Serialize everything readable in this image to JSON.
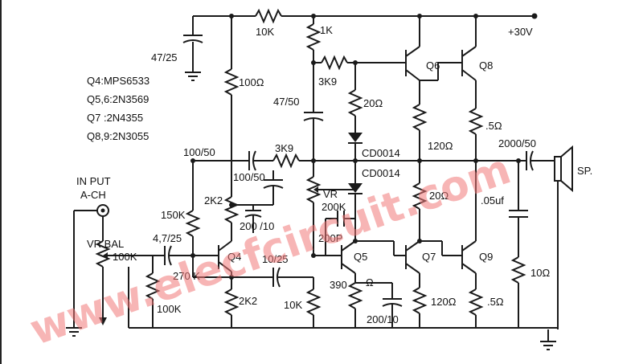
{
  "watermark": "www.elecfcircuit.com",
  "parts_list": {
    "q4": "Q4:MPS6533",
    "q56": "Q5,6:2N3569",
    "q7": "Q7  :2N4355",
    "q89": "Q8,9:2N3055"
  },
  "labels": {
    "supply": "+30V",
    "r10k_top": "10K",
    "r1k": "1K",
    "c47_25": "47/25",
    "r100_top": "100Ω",
    "r3k9_top": "3K9",
    "c47_50": "47/50",
    "r20_top": "20Ω",
    "q6": "Q6",
    "q8": "Q8",
    "r120_top": "120Ω",
    "r05_top": ".5Ω",
    "c100_50_a": "100/50",
    "r3k9_mid": "3K9",
    "d1": "CD0014",
    "d2": "CD0014",
    "c2000": "2000/50",
    "speaker": "SP.",
    "c100_50_b": "100/50",
    "input": "IN PUT",
    "channel": "A-CH",
    "r2k2_top": "2K2",
    "vr": "VR",
    "r200k": "200K",
    "r20_mid": "20Ω",
    "c05uf": ".05uf",
    "r150k": "150K",
    "c200_10_a": "200 /10",
    "c4_7": "4,7/25",
    "c200p": "200P",
    "vr_bal": "VR BAL",
    "r100k_pot": "100K",
    "q4": "Q4",
    "c10_25": "10/25",
    "q5": "Q5",
    "q7": "Q7",
    "q9": "Q9",
    "r270k": "270 K",
    "r10_out": "10Ω",
    "r390": "390",
    "r390_unit": "Ω",
    "r100k_bot": "100K",
    "r2k2_bot": "2K2",
    "r10k_bot": "10K",
    "c200_10_b": "200/10",
    "r120_bot": "120Ω",
    "r05_bot": ".5Ω"
  }
}
